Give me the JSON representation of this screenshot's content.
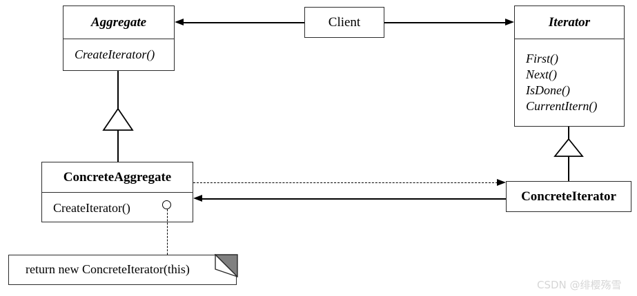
{
  "diagram": {
    "title": "Iterator design pattern UML class diagram",
    "classes": {
      "aggregate": {
        "name": "Aggregate",
        "operations": [
          "CreateIterator()"
        ]
      },
      "client": {
        "name": "Client"
      },
      "iterator": {
        "name": "Iterator",
        "operations": [
          "First()",
          "Next()",
          "IsDone()",
          "CurrentItern()"
        ]
      },
      "concrete_aggregate": {
        "name": "ConcreteAggregate",
        "operations": [
          "CreateIterator()"
        ]
      },
      "concrete_iterator": {
        "name": "ConcreteIterator"
      }
    },
    "note": {
      "text": "return new ConcreteIterator(this)"
    },
    "watermark": {
      "text": "CSDN @绯樱殇雪"
    }
  }
}
